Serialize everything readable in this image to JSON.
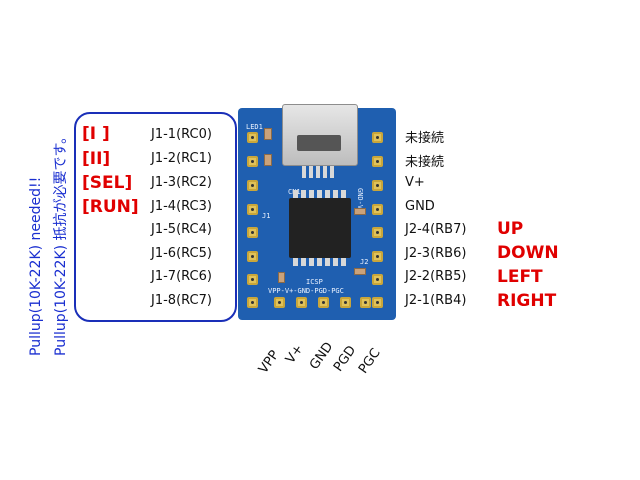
{
  "pullup_note_jp": "Pullup(10K-22K) 抵抗が必要です。",
  "pullup_note_en": "Pullup(10K-22K)  needed!!",
  "left_buttons": [
    "[I ]",
    "[II]",
    "[SEL]",
    "[RUN]"
  ],
  "left_pins": [
    "J1-1(RC0)",
    "J1-2(RC1)",
    "J1-3(RC2)",
    "J1-4(RC3)",
    "J1-5(RC4)",
    "J1-6(RC5)",
    "J1-7(RC6)",
    "J1-8(RC7)"
  ],
  "right_pins": [
    "未接続",
    "未接続",
    "V+",
    "GND",
    "J2-4(RB7)",
    "J2-3(RB6)",
    "J2-2(RB5)",
    "J2-1(RB4)"
  ],
  "right_directions": [
    "UP",
    "DOWN",
    "LEFT",
    "RIGHT"
  ],
  "bottom_pins": [
    "VPP",
    "V+",
    "GND",
    "PGD",
    "PGC"
  ],
  "board_silk": {
    "led": "LED1",
    "cn": "CN1",
    "icsp": "ICSP",
    "icsp_pins": "VPP-V+-GND-PGD-PGC",
    "j1": "J1",
    "j2": "J2",
    "gnd": "GND-V+"
  },
  "colors": {
    "note_blue": "#1a2fd0",
    "bracket_blue": "#1a2fb8",
    "label_red": "#e00000",
    "board_blue": "#1f5fb0",
    "pad_gold": "#e0c25a"
  }
}
